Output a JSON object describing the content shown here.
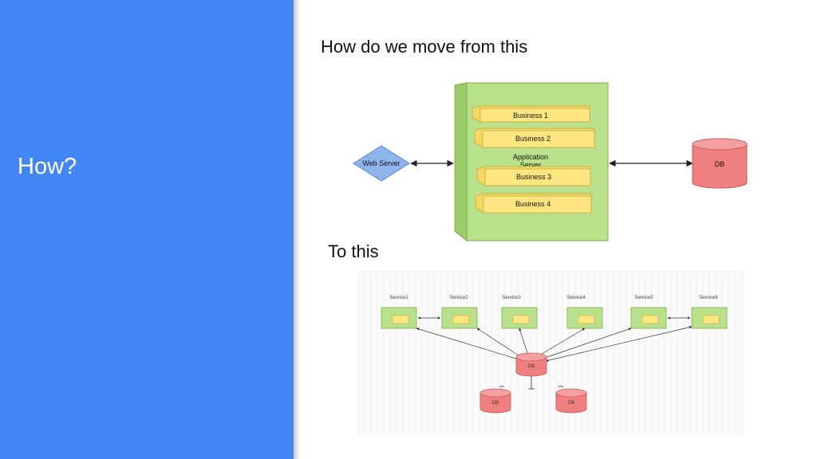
{
  "slide": {
    "title": "How?",
    "caption_top": "How do we move from this",
    "caption_bottom": "To this"
  },
  "monolith": {
    "web_server": "Web Server",
    "app_server": [
      "Application",
      "Server"
    ],
    "business": [
      "Business 1",
      "Business 2",
      "Business 3",
      "Business 4"
    ],
    "db": "DB"
  },
  "microservices": {
    "services": [
      "Service1",
      "Service2",
      "Service3",
      "Service4",
      "Service5",
      "Service6"
    ],
    "db_center": "DB",
    "db_left": "DB",
    "db_right": "DB"
  },
  "colors": {
    "panel": "#4285f4",
    "app_server_fill": "#b9e08a",
    "business_fill": "#ffe680",
    "db_fill": "#f08080",
    "web_server_fill": "#8fb3ec"
  }
}
